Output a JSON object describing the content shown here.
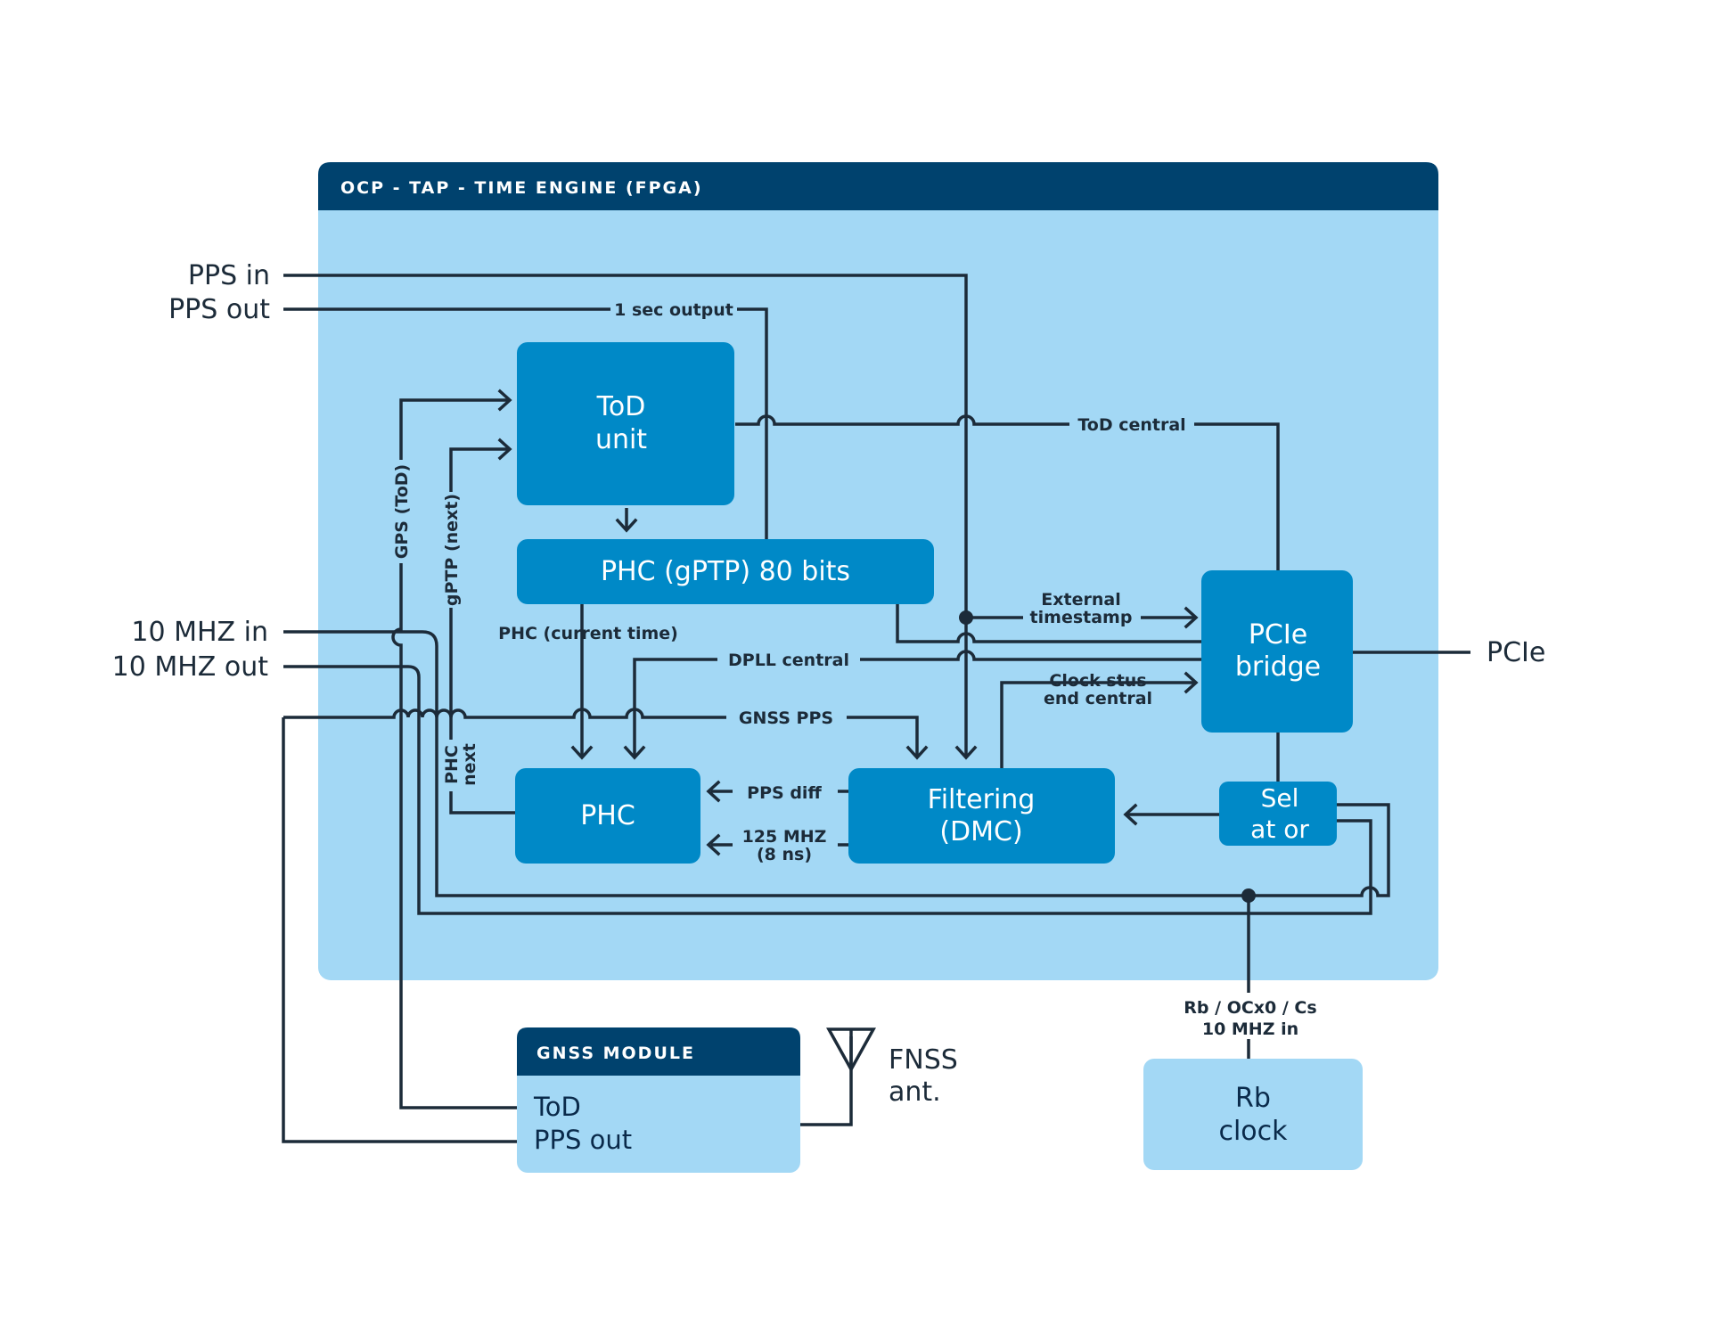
{
  "title": "OCP - TAP - TIME ENGINE (FPGA)",
  "colors": {
    "header": "#00426e",
    "panel": "#a3d8f5",
    "block": "#0089c7",
    "line": "#1c2b39"
  },
  "blocks": {
    "tod_unit": [
      "ToD",
      "unit"
    ],
    "phc_gptp": "PHC (gPTP) 80 bits",
    "pcie_bridge": [
      "PCIe",
      "bridge"
    ],
    "phc": "PHC",
    "filtering": [
      "Filtering",
      "(DMC)"
    ],
    "sel": [
      "Sel",
      "at or"
    ]
  },
  "gnss_module": {
    "title": "GNSS MODULE",
    "lines": [
      "ToD",
      "PPS out"
    ]
  },
  "rb_clock": [
    "Rb",
    "clock"
  ],
  "ports": {
    "pps_in": "PPS in",
    "pps_out": "PPS out",
    "mhz_in": "10 MHZ in",
    "mhz_out": "10 MHZ out",
    "pcie": "PCIe",
    "antenna": [
      "FNSS",
      "ant."
    ]
  },
  "signals": {
    "one_sec_output": "1 sec output",
    "tod_central": "ToD central",
    "external_timestamp": [
      "External",
      "timestamp"
    ],
    "phc_current_time": "PHC (current time)",
    "dpll_central": "DPLL central",
    "clock_stus": [
      "Clock stus",
      "end central"
    ],
    "gnss_pps": "GNSS PPS",
    "pps_diff": "PPS diff",
    "mhz_125": [
      "125 MHZ",
      "(8 ns)"
    ],
    "rb_input": [
      "Rb / OCx0 / Cs",
      "10 MHZ in"
    ],
    "gps_tod": "GPS (ToD)",
    "gptp_next": "gPTP (next)",
    "phc_next": [
      "PHC",
      "next"
    ]
  }
}
